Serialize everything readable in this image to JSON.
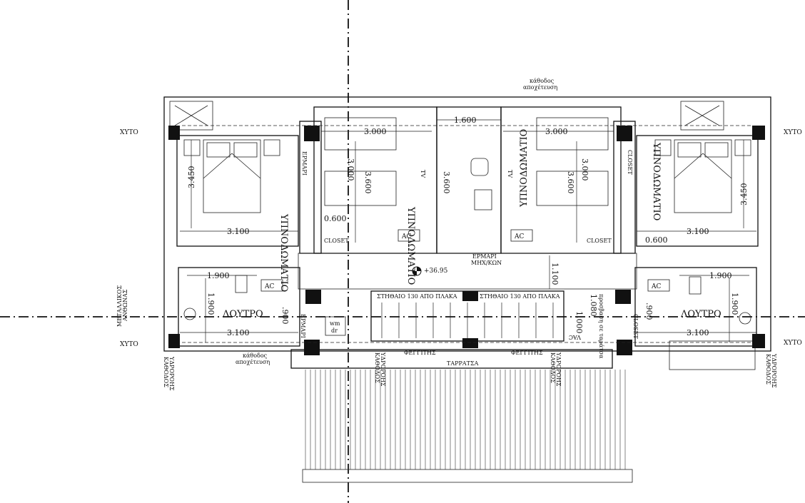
{
  "labels": {
    "room_bedroom": "ΥΠΝΟΔΩΜΑΤΙΟ",
    "room_bath": "ΛΟΥΤΡΟ",
    "closet": "CLOSET",
    "ac": "AC",
    "ermari": "ΕΡΜΑΡΙ",
    "ermari_mech_1": "ΕΡΜΑΡΙ",
    "ermari_mech_2": "ΜΗΧ/ΚΩΝ",
    "xyto": "ΧΥΤΟ",
    "kathodos_1": "κάθοδος",
    "kathodos_2": "αποχέτευση",
    "rain_1": "ΚΑΘΟΔΟΣ",
    "rain_2": "ΥΔΡΟΡΟΗΣ",
    "metal_1": "ΜΕΤΑΛΛΙΚΟΣ",
    "metal_2": "ΑΝΘΩΝΑΣ",
    "parapet": "ΣΤΗΘΑΙΟ 130 ΑΠΟ ΠΛΑΚΑ",
    "skylight": "ΦΕΓΓΙΤΗΣ",
    "terrace": "ΤΑΡΡΑΤΣΑ",
    "level": "+36.95",
    "tv": "TV",
    "wm": "wm",
    "dr": "dr",
    "vac": "VAC",
    "vert_note": "προσβαση σε ταράτσα"
  },
  "dims": {
    "d3000": "3.000",
    "d1600": "1.600",
    "d3600": "3.600",
    "d3450": "3.450",
    "d3100": "3.100",
    "d1900": "1.900",
    "d0600": "0.600",
    "d1100": "1.100",
    "d1000": "1.000",
    "d0900": ".900",
    "d1080": "1.080"
  }
}
